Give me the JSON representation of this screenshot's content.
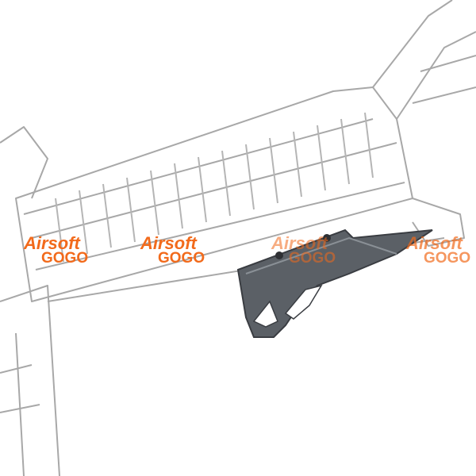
{
  "image": {
    "subject": "foregrip-on-rifle-sketch",
    "colors": {
      "sketch": "#9a9a9a",
      "grip": "#5b6066",
      "watermark": "#f26a1b"
    }
  },
  "watermarks": [
    {
      "line1": "Airsoft",
      "line2": "GOGO"
    },
    {
      "line1": "Airsoft",
      "line2": "GOGO"
    },
    {
      "line1": "Airsoft",
      "line2": "GOGO"
    },
    {
      "line1": "Airsoft",
      "line2": "GOGO"
    }
  ]
}
